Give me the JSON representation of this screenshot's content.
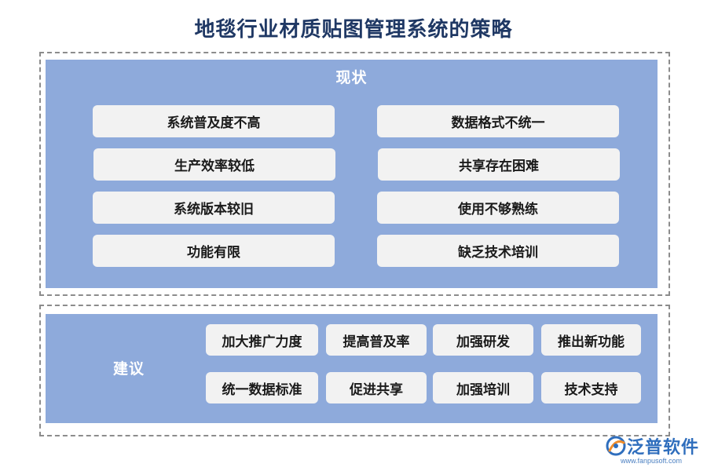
{
  "title": "地毯行业材质贴图管理系统的策略",
  "status": {
    "heading": "现状",
    "left": [
      "系统普及度不高",
      "生产效率较低",
      "系统版本较旧",
      "功能有限"
    ],
    "right": [
      "数据格式不统一",
      "共享存在困难",
      "使用不够熟练",
      "缺乏技术培训"
    ]
  },
  "suggestions": {
    "heading": "建议",
    "row1": [
      "加大推广力度",
      "提高普及率",
      "加强研发",
      "推出新功能"
    ],
    "row2": [
      "统一数据标准",
      "促进共享",
      "加强培训",
      "技术支持"
    ]
  },
  "logo": {
    "name": "泛普软件",
    "url": "www.fanpusoft.com",
    "colors": {
      "blue": "#2f6ebd",
      "orange": "#f08c2a"
    }
  },
  "colors": {
    "title": "#1f3864",
    "panel": "#8eaadb",
    "box": "#f2f2f2",
    "frame": "#8c8c8c"
  }
}
